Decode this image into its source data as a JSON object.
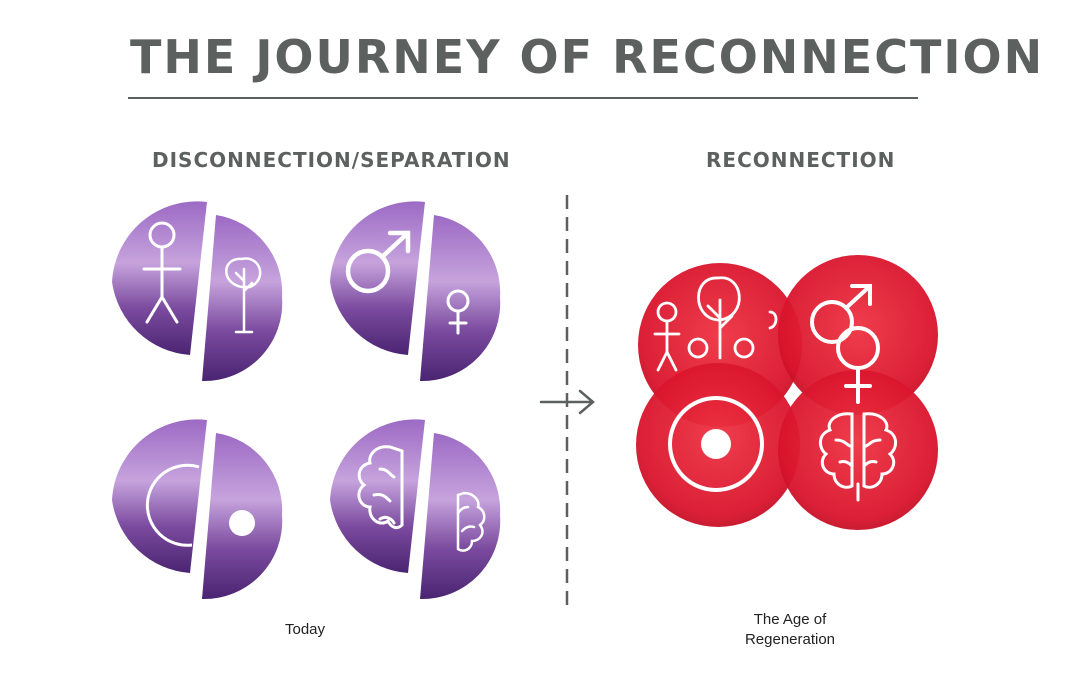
{
  "title": "THE JOURNEY OF RECONNECTION",
  "headings": {
    "left": "DISCONNECTION/SEPARATION",
    "right": "RECONNECTION"
  },
  "captions": {
    "left": "Today",
    "right_line1": "The Age of",
    "right_line2": "Regeneration"
  },
  "colors": {
    "text": "#5c6160",
    "purple": "#7a4a9e",
    "red": "#e31e35",
    "line": "#5c6160"
  },
  "icons": {
    "pair1": [
      "person-icon",
      "tree-icon"
    ],
    "pair2": [
      "male-symbol-icon",
      "female-symbol-icon"
    ],
    "pair3": [
      "circle-icon",
      "dot-icon"
    ],
    "pair4": [
      "brain-icon",
      "brain-icon"
    ],
    "merged": [
      "person-tree-icon",
      "gender-union-icon",
      "circle-dot-icon",
      "brain-union-icon"
    ],
    "arrow": "arrow-right-icon"
  }
}
